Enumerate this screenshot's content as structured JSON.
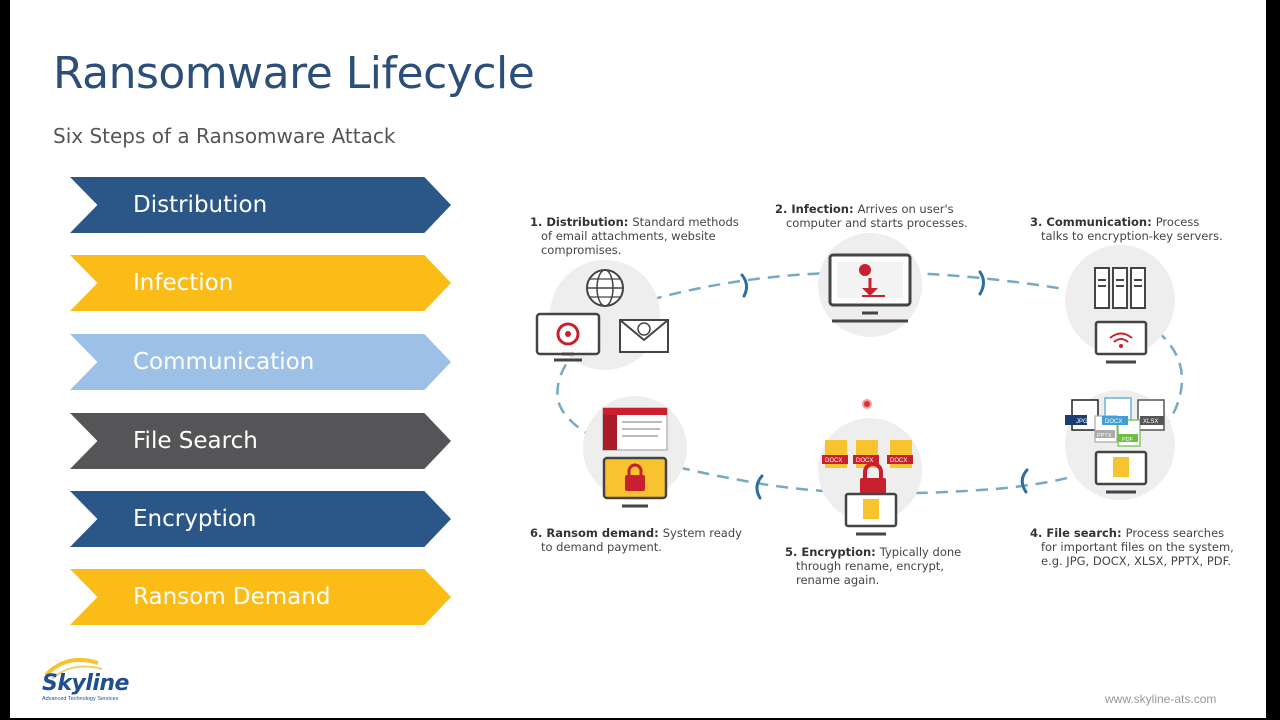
{
  "title": "Ransomware Lifecycle",
  "subtitle": "Six Steps of a Ransomware Attack",
  "steps": [
    {
      "label": "Distribution",
      "color": "#2b5788",
      "text_color": "#ffffff"
    },
    {
      "label": "Infection",
      "color": "#fbbc18",
      "text_color": "#ffffff"
    },
    {
      "label": "Communication",
      "color": "#9dc1e6",
      "text_color": "#ffffff"
    },
    {
      "label": "File Search",
      "color": "#555558",
      "text_color": "#ffffff"
    },
    {
      "label": "Encryption",
      "color": "#2b5788",
      "text_color": "#ffffff"
    },
    {
      "label": "Ransom Demand",
      "color": "#fbbc18",
      "text_color": "#ffffff"
    }
  ],
  "diagram": {
    "captions": [
      {
        "head": "1. Distribution:",
        "lines": [
          "Standard methods",
          "of email attachments, website",
          "compromises."
        ]
      },
      {
        "head": "2. Infection:",
        "lines": [
          "Arrives on user's",
          "computer and starts processes."
        ]
      },
      {
        "head": "3. Communication:",
        "lines": [
          "Process",
          "talks to encryption-key servers."
        ]
      },
      {
        "head": "4. File search:",
        "lines": [
          "Process searches",
          "for important files on the system,",
          "e.g. JPG, DOCX, XLSX, PPTX, PDF."
        ]
      },
      {
        "head": "5. Encryption:",
        "lines": [
          "Typically done",
          "through rename, encrypt,",
          "rename again."
        ]
      },
      {
        "head": "6. Ransom demand:",
        "lines": [
          "System ready",
          "to demand payment."
        ]
      }
    ],
    "file_tags": {
      "search": [
        "JPG",
        "DOCX",
        "XLSX",
        "PPTX",
        "PDF"
      ],
      "encrypt": [
        "DOCX",
        "DOCX",
        "DOCX"
      ]
    }
  },
  "logo": {
    "name": "Skyline",
    "tagline": "Advanced Technology Services"
  },
  "website": "www.skyline-ats.com",
  "colors": {
    "title": "#2c4f79",
    "dash": "#76aac1",
    "alert": "#c8202f",
    "accent": "#f7c32e"
  }
}
